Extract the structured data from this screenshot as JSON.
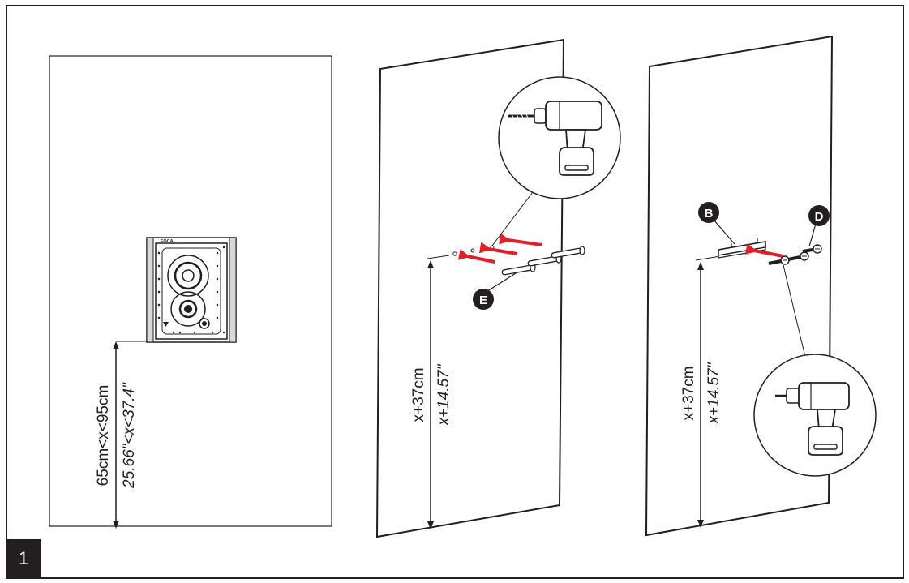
{
  "step_number": "1",
  "panel1": {
    "brand_label": "FOCAL",
    "height_metric": "65cm<x<95cm",
    "height_imperial": "25.66\"<x<37.4\""
  },
  "panel2": {
    "label_E": "E",
    "offset_metric": "x+37cm",
    "offset_imperial": "x+14.57\""
  },
  "panel3": {
    "label_B": "B",
    "label_D": "D",
    "offset_metric": "x+37cm",
    "offset_imperial": "x+14.57\""
  },
  "colors": {
    "line": "#231f20",
    "arrow": "#e41e26",
    "badge": "#231f20"
  }
}
